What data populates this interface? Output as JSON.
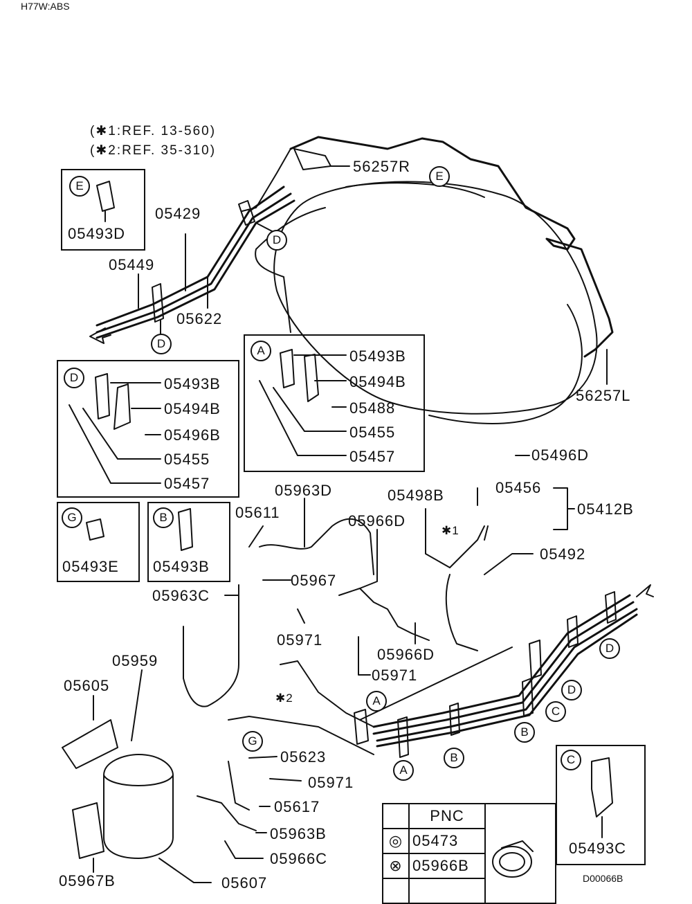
{
  "header": {
    "model": "H77W:ABS"
  },
  "refs": [
    "(✱1:REF. 13-560)",
    "(✱2:REF. 35-310)"
  ],
  "markers": {
    "a": "A",
    "b": "B",
    "c": "C",
    "d": "D",
    "e": "E",
    "g": "G"
  },
  "star_notes": {
    "n1": "✱1",
    "n2": "✱2"
  },
  "parts": {
    "p56257R": "56257R",
    "p05429": "05429",
    "p05449": "05449",
    "p05622": "05622",
    "p05493D": "05493D",
    "p56257L": "56257L",
    "a_05493B": "05493B",
    "a_05494B": "05494B",
    "a_05488": "05488",
    "a_05455": "05455",
    "a_05457": "05457",
    "d_05493B": "05493B",
    "d_05494B": "05494B",
    "d_05496B": "05496B",
    "d_05455": "05455",
    "d_05457": "05457",
    "g_05493E": "05493E",
    "b_05493B": "05493B",
    "p05963D": "05963D",
    "p05611": "05611",
    "p05966D_top": "05966D",
    "p05967": "05967",
    "p05963C": "05963C",
    "p05971_a": "05971",
    "p05971_b": "05971",
    "p05966D_bot": "05966D",
    "p05496D": "05496D",
    "p05498B": "05498B",
    "p05456": "05456",
    "p05412B": "05412B",
    "p05492": "05492",
    "p05959": "05959",
    "p05605": "05605",
    "p05623": "05623",
    "p05971_c": "05971",
    "p05617": "05617",
    "p05963B": "05963B",
    "p05966C": "05966C",
    "p05607": "05607",
    "p05967B": "05967B",
    "c_05493C": "05493C"
  },
  "pnc_table": {
    "header": "PNC",
    "rows": [
      {
        "symbol": "◎",
        "code": "05473"
      },
      {
        "symbol": "⊗",
        "code": "05966B"
      }
    ]
  },
  "footer": {
    "drawing_id": "D00066B"
  }
}
